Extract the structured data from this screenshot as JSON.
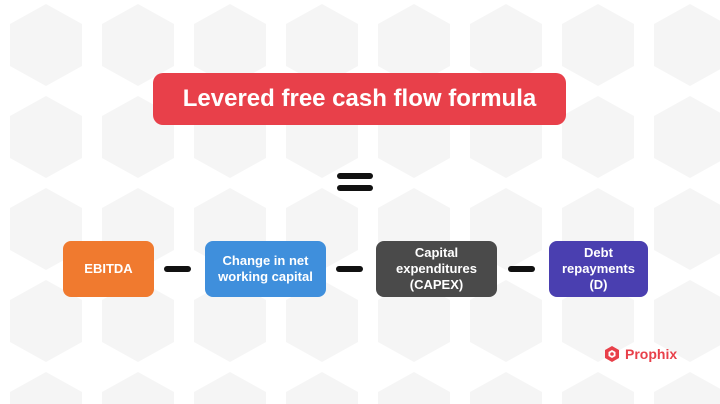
{
  "title": "Levered free cash flow formula",
  "operators": {
    "equals": "=",
    "minus": "−"
  },
  "nodes": [
    {
      "label": "EBITDA",
      "color": "#f07a2f"
    },
    {
      "label": "Change in net working capital",
      "color": "#3f8fdc"
    },
    {
      "label": "Capital expenditures (CAPEX)",
      "color": "#4a4a4a"
    },
    {
      "label": "Debt repayments (D)",
      "color": "#4a3fb0"
    }
  ],
  "brand": {
    "name": "Prophix",
    "logo_icon": "prophix-logo-icon",
    "color": "#e8404a"
  },
  "colors": {
    "title_bg": "#e8404a",
    "operator": "#111111",
    "background_pattern": "#f4f4f4"
  }
}
